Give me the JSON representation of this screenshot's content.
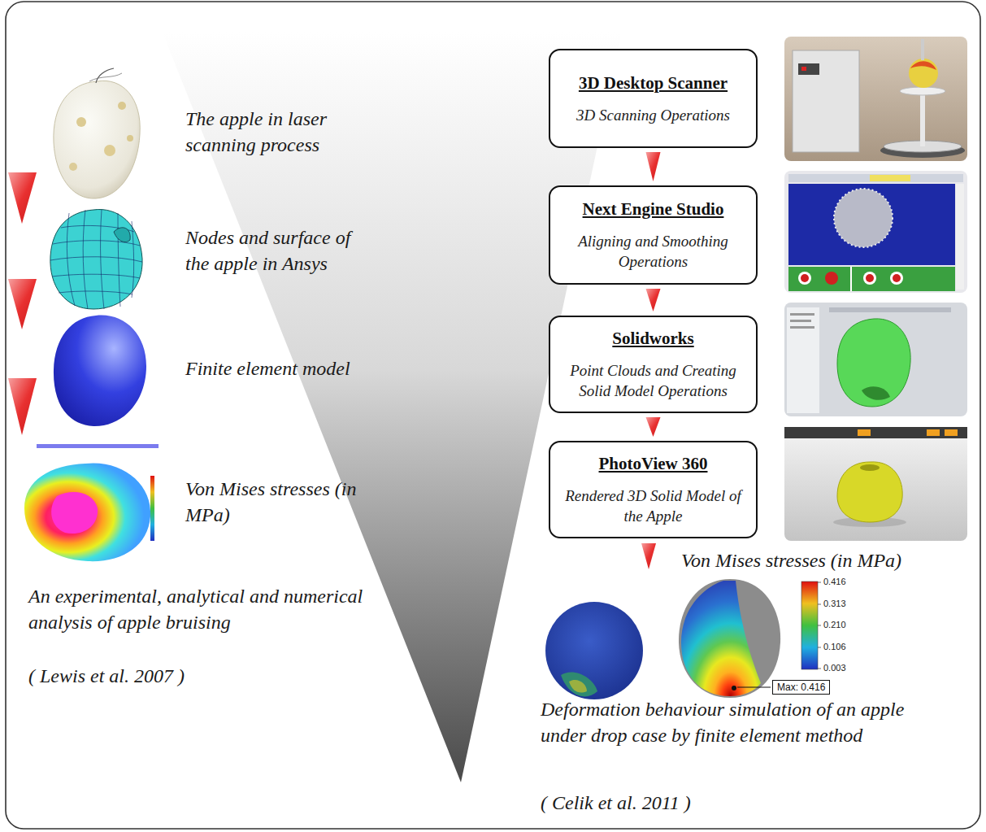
{
  "diagram": {
    "nodes": [
      {
        "text": [
          "3D Desktop Scanner",
          "3D Scanning Operations"
        ]
      },
      {
        "text": [
          "Next Engine Studio",
          "Aligning and Smoothing Operations"
        ]
      },
      {
        "text": [
          "Solidworks",
          "Point Clouds and Creating Solid Model Operations"
        ]
      },
      {
        "text": [
          "PhotoView 360",
          "Rendered 3D Solid Model of the Apple"
        ]
      },
      {
        "text": [
          "Max: 0.416"
        ]
      }
    ],
    "edges": [
      {
        "from": 0,
        "to": 1,
        "arrow": "to"
      },
      {
        "from": 1,
        "to": 2,
        "arrow": "to"
      },
      {
        "from": 2,
        "to": 3,
        "arrow": "to"
      }
    ],
    "labels": [
      "The apple in laser scanning process",
      "Nodes and surface of the apple in Ansys",
      "Finite element model",
      "Von Mises stresses (in MPa)",
      "An experimental, analytical and numerical analysis of apple bruising",
      "( Lewis et al. 2007 )",
      "Von Mises stresses (in MPa)",
      "0.416",
      "0.313",
      "0.210",
      "0.106",
      "0.003",
      "Deformation behaviour simulation of an apple under drop case by finite element method",
      "( Celik et al. 2011 )"
    ]
  }
}
